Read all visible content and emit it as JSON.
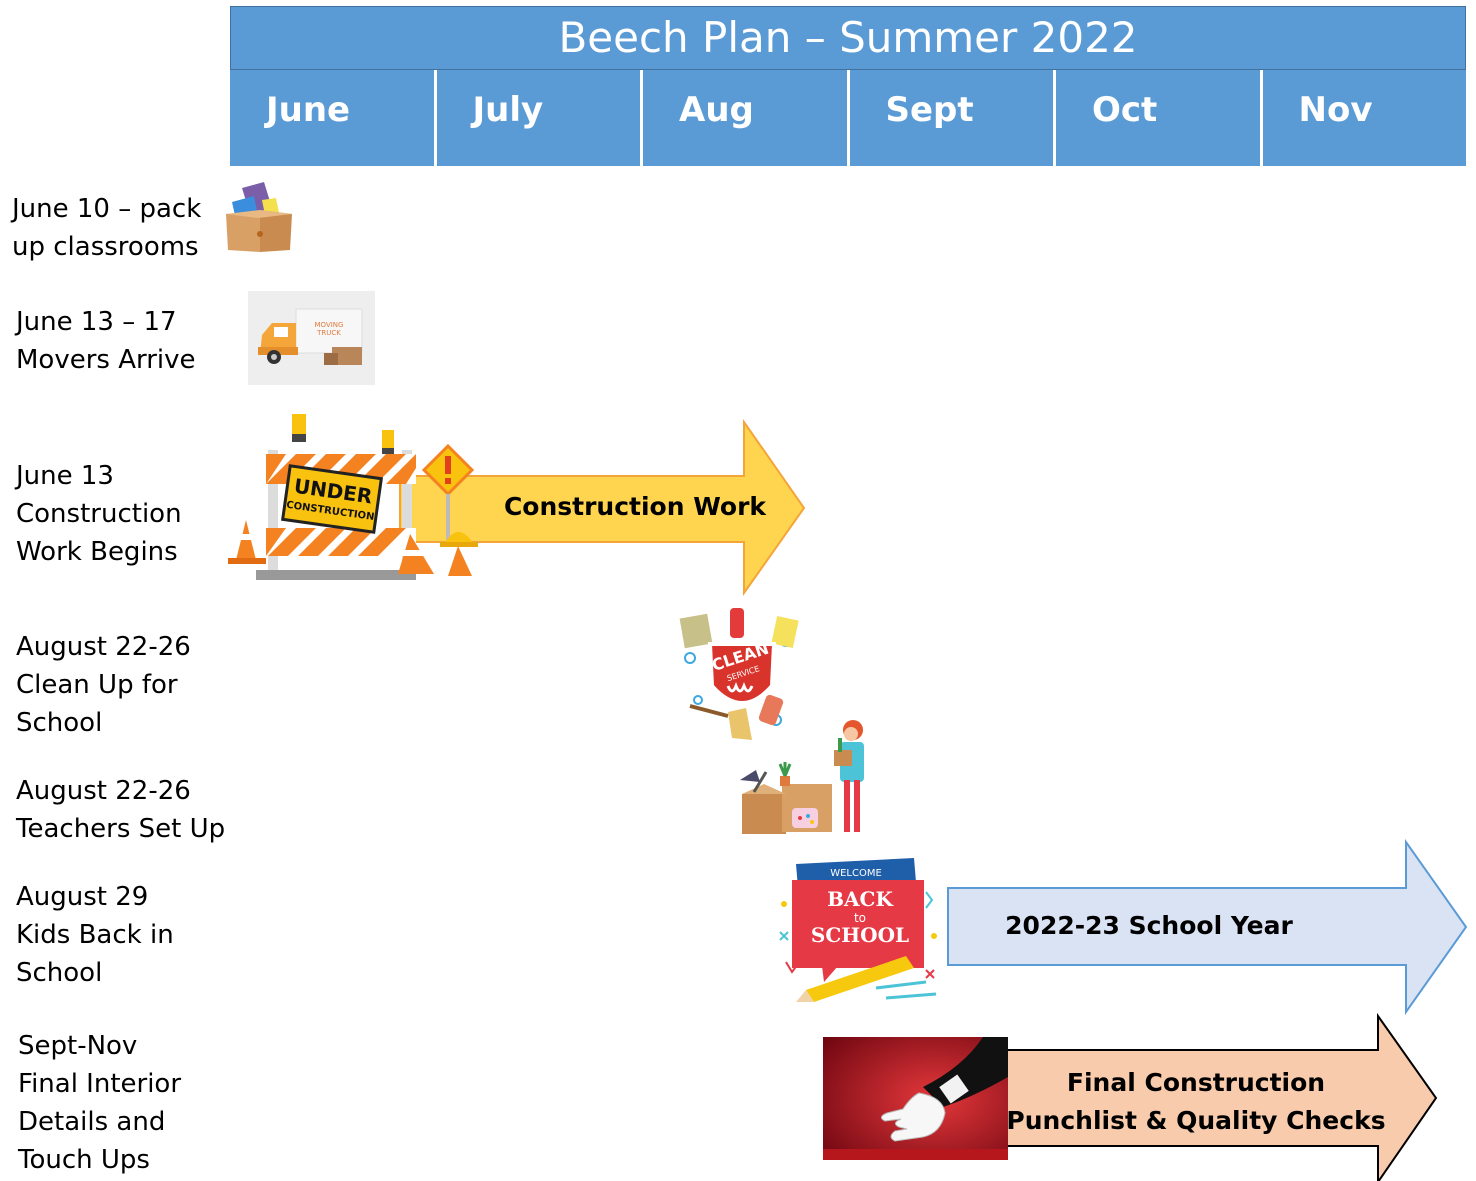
{
  "header": {
    "title": "Beech Plan – Summer 2022",
    "months": [
      "June",
      "July",
      "Aug",
      "Sept",
      "Oct",
      "Nov"
    ]
  },
  "events": [
    {
      "label": "June 10 – pack\nup classrooms"
    },
    {
      "label": "June 13 – 17\nMovers Arrive"
    },
    {
      "label": "June 13\nConstruction\nWork Begins"
    },
    {
      "label": "August 22-26\nClean Up for\nSchool"
    },
    {
      "label": "August 22-26\nTeachers Set Up"
    },
    {
      "label": "August 29\nKids Back in\nSchool"
    },
    {
      "label": "Sept-Nov\nFinal Interior\nDetails and\nTouch Ups"
    }
  ],
  "arrows": {
    "construction": {
      "label": "Construction Work",
      "fill": "#ffd54f",
      "stroke": "#f4a53a"
    },
    "school_year": {
      "label": "2022-23 School Year",
      "fill": "#dae3f3",
      "stroke": "#5b9bd5"
    },
    "punchlist": {
      "label_line1": "Final Construction",
      "label_line2": "Punchlist & Quality Checks",
      "fill": "#f8cbad",
      "stroke": "#000000"
    }
  },
  "icons": {
    "moving_truck_text_1": "MOVING",
    "moving_truck_text_2": "TRUCK",
    "sign_line1": "UNDER",
    "sign_line2": "CONSTRUCTION",
    "clean_line1": "CLEAN",
    "clean_line2": "SERVICE",
    "school_welcome": "WELCOME",
    "school_back": "BACK",
    "school_to": "to",
    "school_school": "SCHOOL"
  },
  "colors": {
    "header_blue": "#5b9bd5"
  }
}
